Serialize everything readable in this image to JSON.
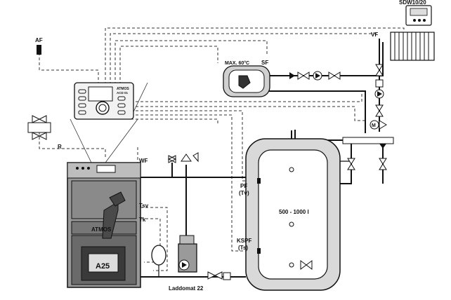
{
  "labels": {
    "sdw": "SDW10/20",
    "af": "AF",
    "vf": "VF",
    "max_temp": "MAX. 60°C",
    "sf": "SF",
    "r": "R",
    "wf": "WF",
    "tsv": "Tsv",
    "tk": "Tk",
    "pf": "PF",
    "tv": "(Tv)",
    "tank_capacity": "500 - 1000 l",
    "kspf": "KSPF",
    "ts": "(Ts)",
    "laddomat": "Laddomat 22",
    "boiler_brand": "ATMOS",
    "boiler_model": "A25",
    "controller_brand": "ATMOS",
    "controller_model": "ACD 01"
  },
  "colors": {
    "line": "#111111",
    "boiler_body": "#9a9a9a",
    "boiler_dark": "#5a5a5a",
    "tank_insulation": "#d9d9d9",
    "panel_fill": "#f2f2f2"
  }
}
